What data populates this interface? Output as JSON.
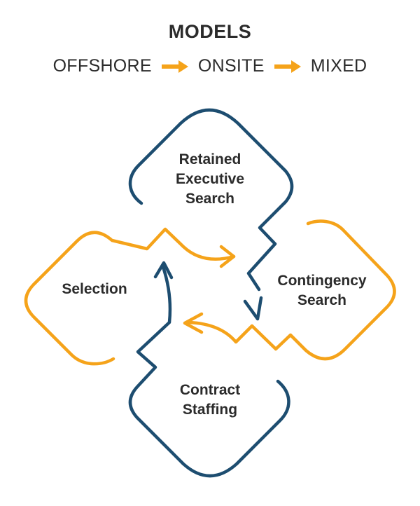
{
  "header": {
    "title": "MODELS",
    "models": [
      "OFFSHORE",
      "ONSITE",
      "MIXED"
    ]
  },
  "cycle": {
    "stages": {
      "retained": "Retained\nExecutive\nSearch",
      "contingency": "Contingency\nSearch",
      "selection": "Selection",
      "contract": "Contract\nStaffing"
    }
  },
  "colors": {
    "navy": "#1d4d70",
    "orange": "#f5a31a",
    "text": "#2b2b2b"
  },
  "icons": {
    "model_arrow": "right-arrow"
  }
}
